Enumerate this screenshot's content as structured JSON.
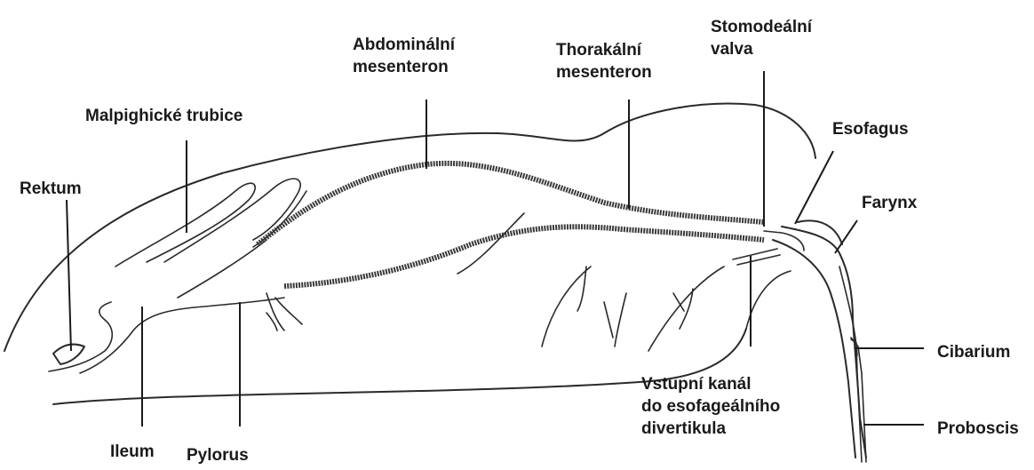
{
  "labels": {
    "abdominal_mesenteron": [
      "Abdominální",
      "mesenteron"
    ],
    "thoracic_mesenteron": [
      "Thorakální",
      "mesenteron"
    ],
    "stomodeal_valve": [
      "Stomodeální",
      "valva"
    ],
    "malpighian_tubules": "Malpighické trubice",
    "esophagus": "Esofagus",
    "rectum": "Rektum",
    "pharynx": "Farynx",
    "cibarium": "Cibarium",
    "proboscis": "Proboscis",
    "diverticulum_canal": [
      "Vstupní kanál",
      "do esofageálního",
      "divertikula"
    ],
    "ileum": "Ileum",
    "pylorus": "Pylorus"
  }
}
